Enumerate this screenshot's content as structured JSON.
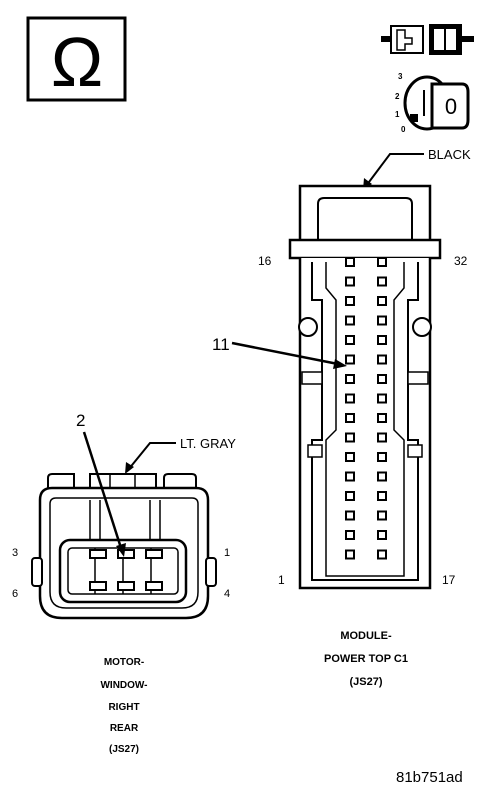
{
  "ohm_symbol": {
    "glyph": "Ω",
    "icon": "ohmmeter-icon"
  },
  "key_position": {
    "positions": [
      "3",
      "2",
      "1",
      "0"
    ],
    "key_text": "0",
    "icon": "ignition-key-icon"
  },
  "connector_icon": "disconnected-connector-icon",
  "module_connector": {
    "color_label": "BLACK",
    "pin_labels": {
      "top_left": "16",
      "top_right": "32",
      "bottom_left": "1",
      "bottom_right": "17"
    },
    "callout_pin": "11",
    "title_line1": "MODULE-",
    "title_line2": "POWER TOP C1",
    "title_line3": "(JS27)"
  },
  "motor_connector": {
    "color_label": "LT. GRAY",
    "callout_pin": "2",
    "pin_labels": {
      "top_left": "3",
      "top_right": "1",
      "bottom_left": "6",
      "bottom_right": "4"
    },
    "title_lines": [
      "MOTOR-",
      "WINDOW-",
      "RIGHT",
      "REAR",
      "(JS27)"
    ]
  },
  "figure_id": "81b751ad"
}
